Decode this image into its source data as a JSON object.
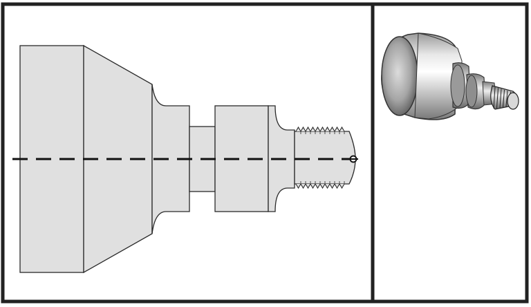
{
  "figure": {
    "panels": [
      {
        "id": "profile-view",
        "kind": "2d-turned-part-profile"
      },
      {
        "id": "isometric-view",
        "kind": "3d-shaded-part"
      }
    ],
    "colors": {
      "frame": "#222222",
      "part_fill": "#e0e0e0",
      "part_outline": "#2a2a2a",
      "centerline": "#111111",
      "background": "#ffffff"
    },
    "features": [
      "large-cylinder",
      "taper",
      "fillet",
      "step",
      "groove",
      "collar",
      "neck",
      "threaded-end",
      "center-point"
    ]
  }
}
